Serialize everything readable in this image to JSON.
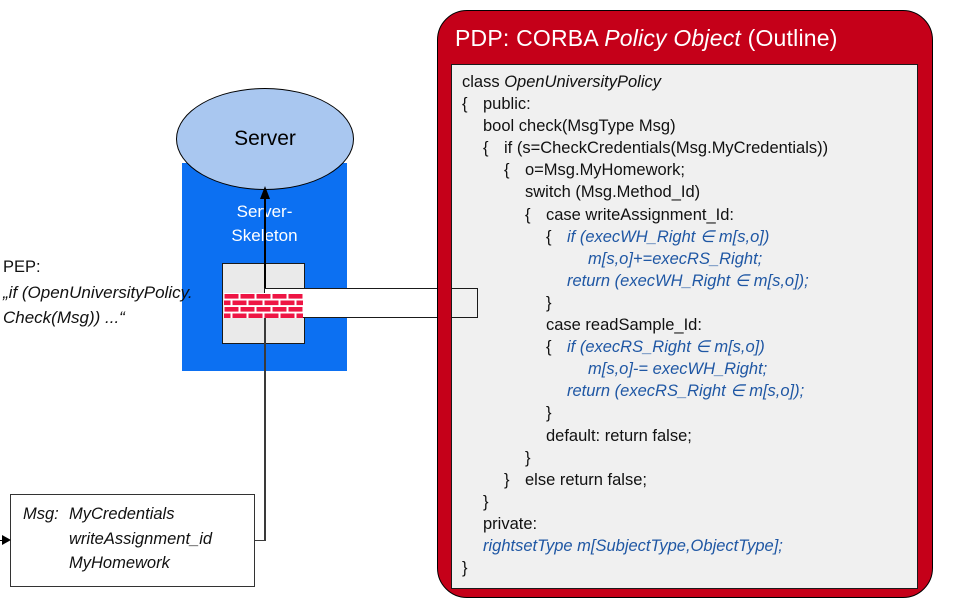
{
  "server": {
    "label": "Server"
  },
  "skeleton": {
    "line1": "Server-",
    "line2": "Skeleton"
  },
  "pep": {
    "line1": "PEP:",
    "line2": "„if (OpenUniversityPolicy.",
    "line3": "Check(Msg)) ...“"
  },
  "msg": {
    "label": "Msg:",
    "items": [
      "MyCredentials",
      "writeAssignment_id",
      "MyHomework"
    ]
  },
  "pdp": {
    "title": {
      "pre": "PDP: CORBA ",
      "em": "Policy Object",
      "post": " (Outline)"
    },
    "code": {
      "lines": [
        {
          "s1": "class ",
          "s2": "OpenUniversityPolicy"
        },
        {
          "s1": "{",
          "s2": "public:"
        },
        {
          "s1": "bool check(MsgType Msg)"
        },
        {
          "s1": "{",
          "s2": "if (s=CheckCredentials(Msg.MyCredentials))"
        },
        {
          "s1": "{",
          "s2": "o=Msg.MyHomework;"
        },
        {
          "s1": "switch (Msg.Method_Id)"
        },
        {
          "s1": "{",
          "s2": "case writeAssignment_Id:"
        },
        {
          "s1": "{",
          "s2": "if (execWH_Right ∈ m[s,o])"
        },
        {
          "s1": "m[s,o]+=execRS_Right;"
        },
        {
          "s1": "return (execWH_Right ∈ m[s,o]);"
        },
        {
          "s1": "}"
        },
        {
          "s1": "case readSample_Id:"
        },
        {
          "s1": "{",
          "s2": "if (execRS_Right ∈ m[s,o])"
        },
        {
          "s1": "m[s,o]-= execWH_Right;"
        },
        {
          "s1": "return (execRS_Right ∈ m[s,o]);"
        },
        {
          "s1": "}"
        },
        {
          "s1": "default: return false;"
        },
        {
          "s1": "}"
        },
        {
          "s1": "}",
          "s2": "else return false;"
        },
        {
          "s1": "}"
        },
        {
          "s1": "private:"
        },
        {
          "s1": "rightsetType m[SubjectType,ObjectType];"
        },
        {
          "s1": "}"
        }
      ]
    }
  },
  "colors": {
    "pdp_red": "#c50019",
    "skeleton_blue": "#0c70f2",
    "ellipse_blue": "#a9c7f0",
    "code_blue": "#1f57a4",
    "brick_red": "#ee1544"
  }
}
